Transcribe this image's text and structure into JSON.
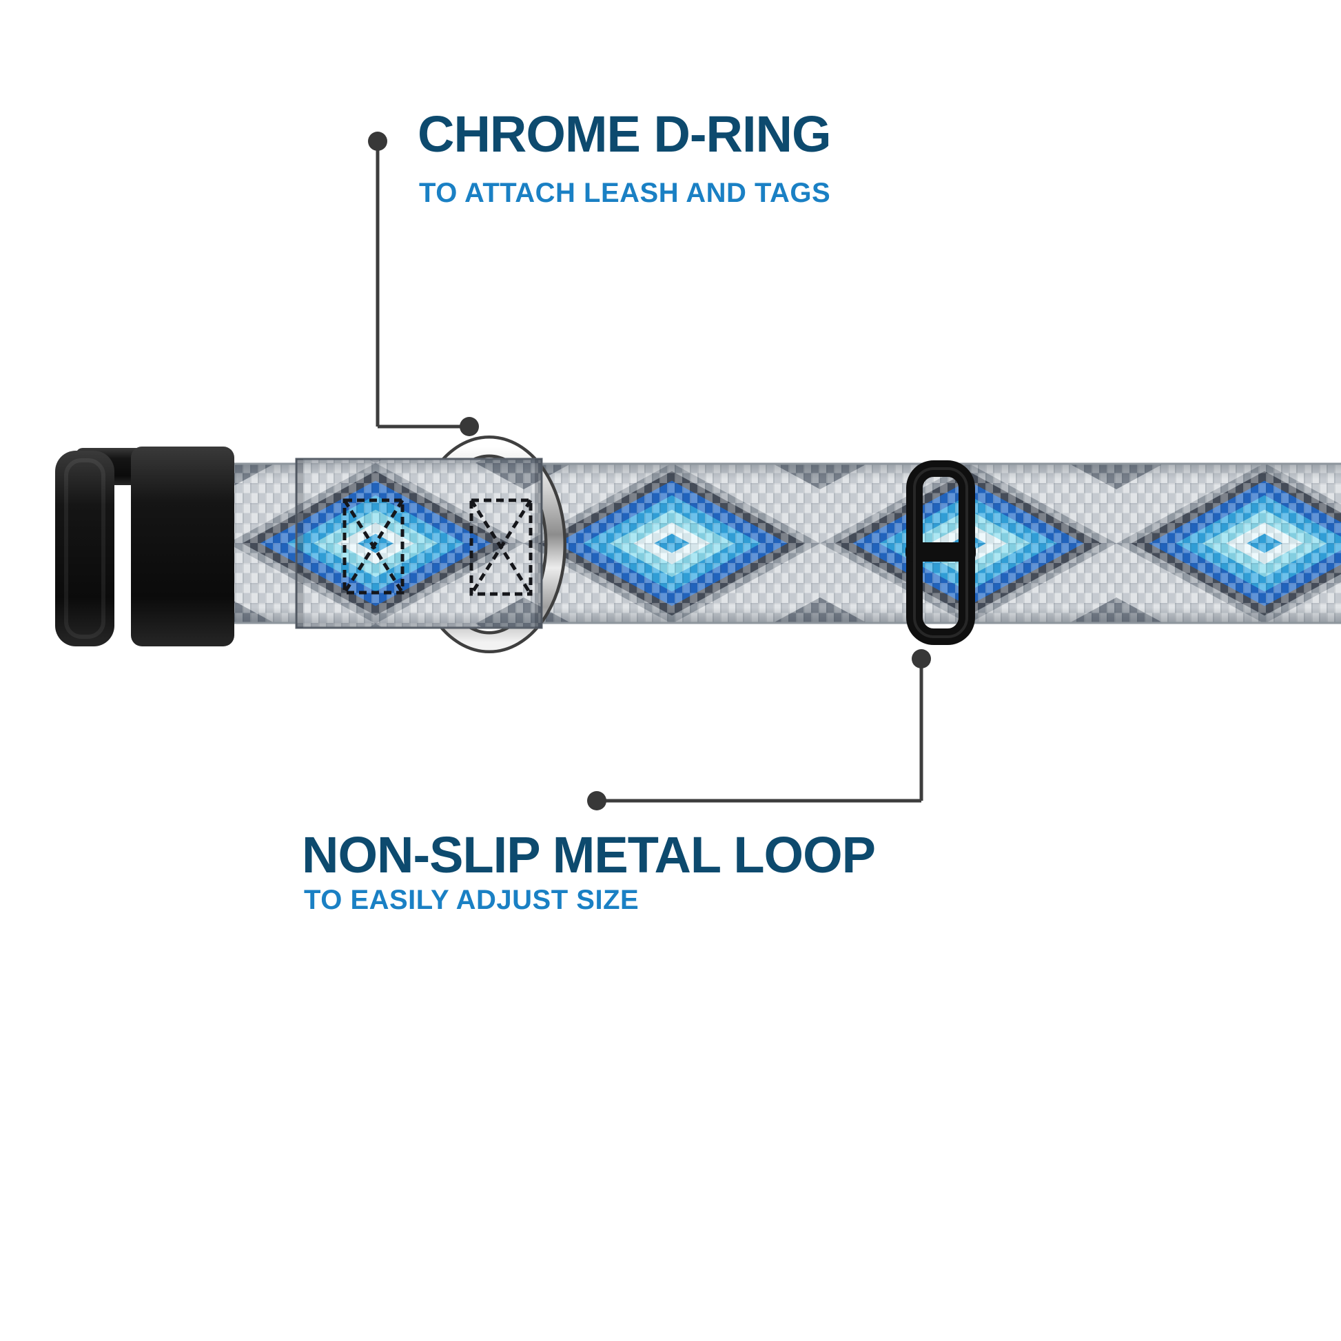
{
  "page": {
    "background": "#ffffff"
  },
  "callouts": {
    "d_ring": {
      "title": "CHROME D-RING",
      "subtitle": "TO ATTACH LEASH AND TAGS"
    },
    "metal_loop": {
      "title": "NON-SLIP METAL LOOP",
      "subtitle": "TO EASILY ADJUST SIZE"
    }
  },
  "colors": {
    "heading_navy": "#0d4a6e",
    "subheading_blue": "#1a80c4",
    "callout_line": "#3d3d3d",
    "webbing_royal_blue": "#1d65c6",
    "webbing_cyan": "#2ea6e2",
    "webbing_light_cyan": "#8adcee",
    "webbing_silver": "#ced3d7",
    "webbing_slate": "#454c57",
    "hardware_black": "#141414",
    "chrome_silver": "#c7c7c7"
  }
}
